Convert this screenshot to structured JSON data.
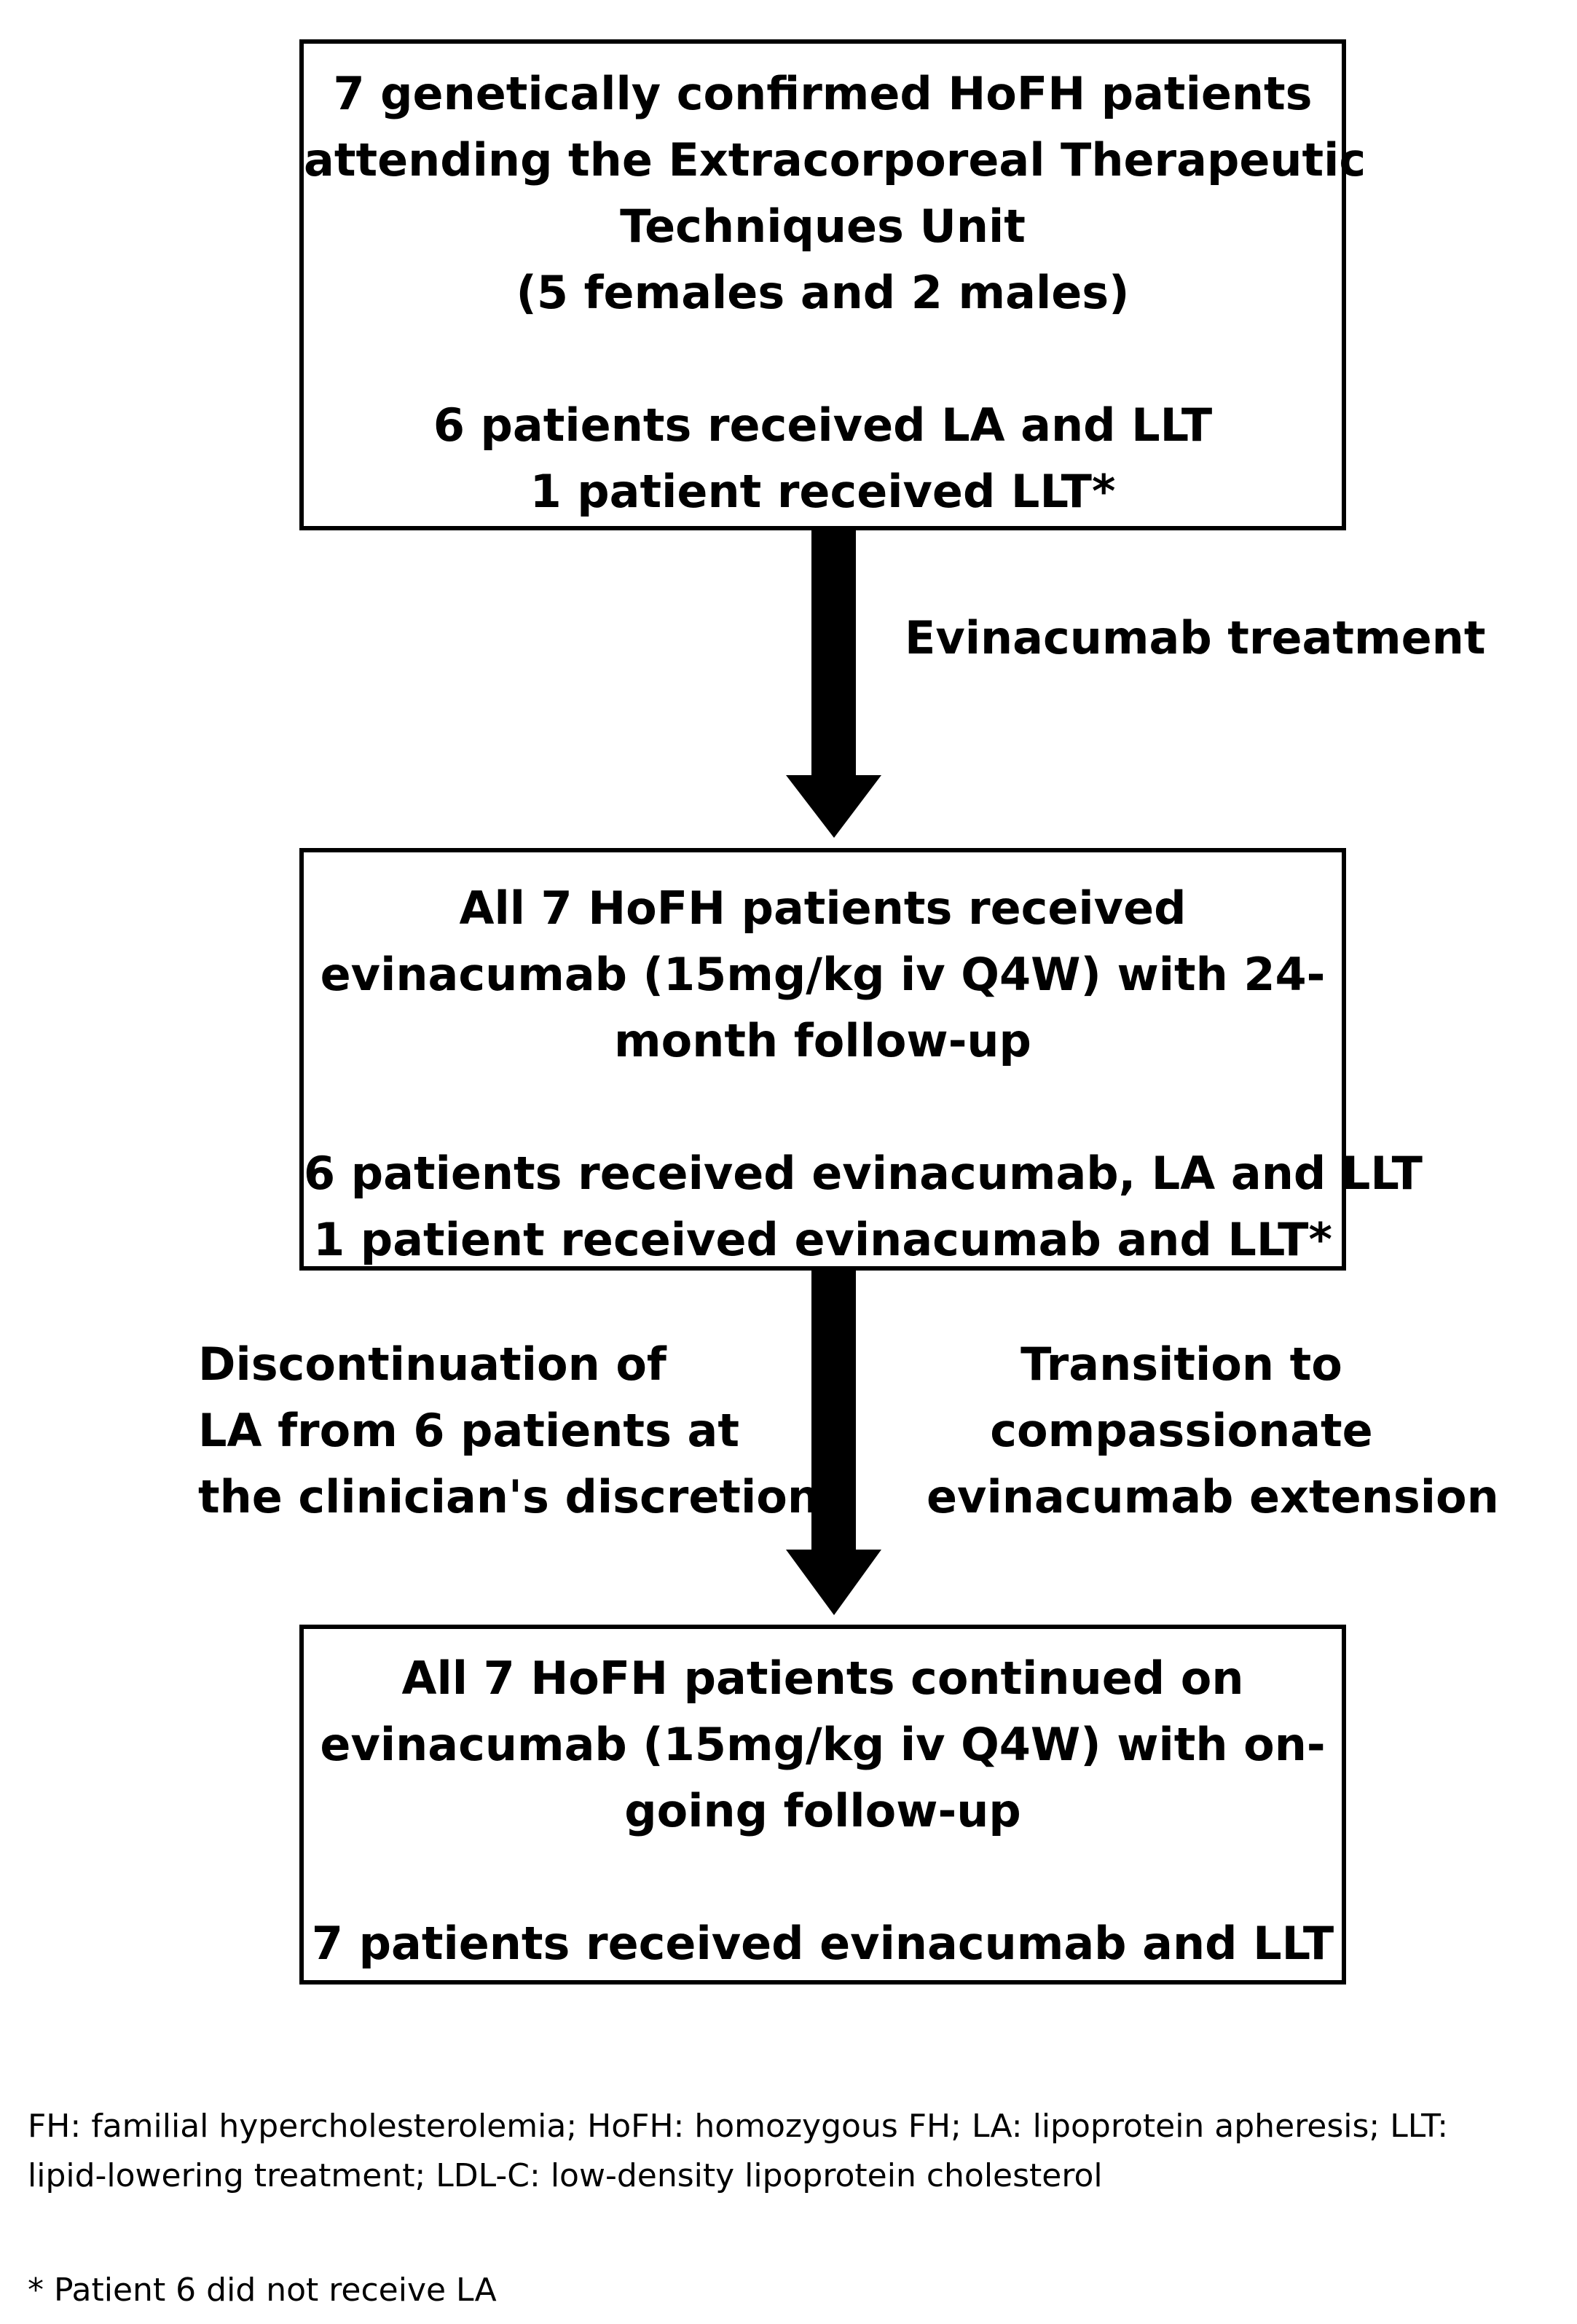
{
  "boxes": {
    "box1": {
      "lines": [
        "7 genetically confirmed HoFH patients",
        "attending the Extracorporeal Therapeutic",
        "Techniques Unit",
        "(5 females and 2 males)",
        "6 patients received LA and LLT",
        "1 patient received LLT*"
      ]
    },
    "box2": {
      "lines": [
        "All 7 HoFH patients received",
        "evinacumab (15mg/kg iv Q4W) with 24-",
        "month follow-up",
        "6 patients received evinacumab, LA and LLT",
        "1 patient received evinacumab and LLT*"
      ]
    },
    "box3": {
      "lines": [
        "All 7 HoFH patients continued on",
        "evinacumab (15mg/kg iv Q4W) with on-",
        "going follow-up",
        "7 patients received evinacumab and LLT"
      ]
    }
  },
  "edges": {
    "edge1": {
      "label": "Evinacumab treatment"
    },
    "edge2": {
      "left_label": [
        "Discontinuation of",
        "LA from 6 patients at",
        "the clinician's discretion"
      ],
      "right_label": [
        "Transition to",
        "compassionate",
        "evinacumab extension"
      ]
    }
  },
  "footnotes": {
    "abbreviations": [
      "FH: familial hypercholesterolemia; HoFH: homozygous FH; LA: lipoprotein apheresis; LLT:",
      "lipid-lowering treatment; LDL-C: low-density lipoprotein cholesterol"
    ],
    "star": "* Patient 6  did not receive LA"
  }
}
